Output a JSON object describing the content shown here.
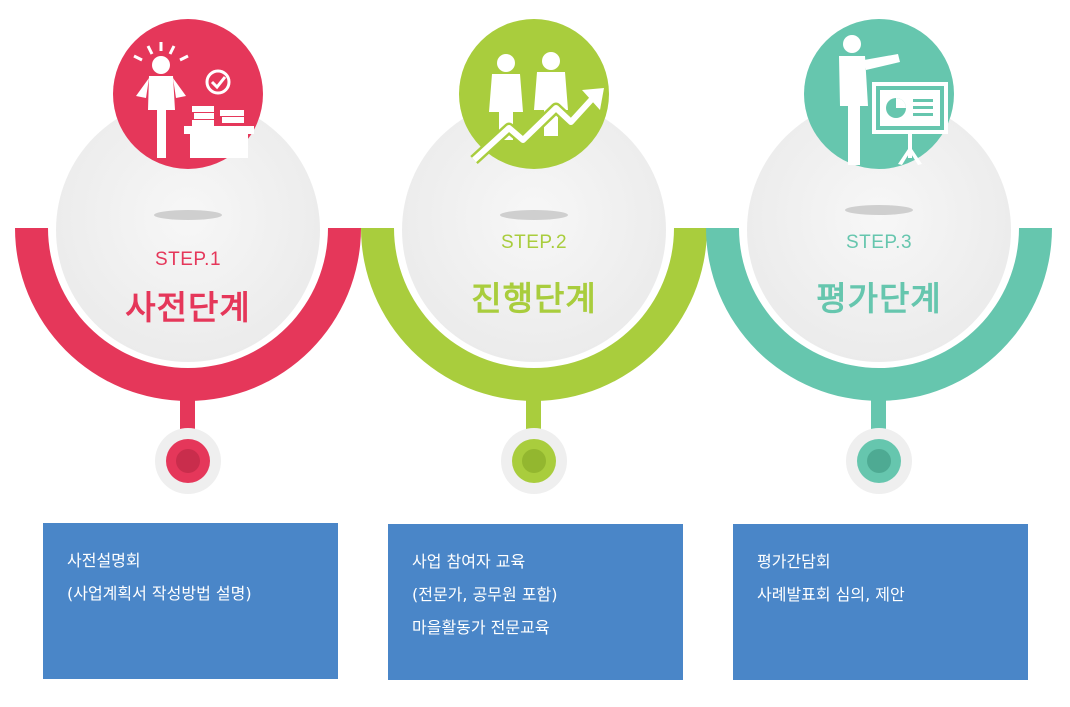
{
  "colors": {
    "step1": "#e5375a",
    "step2": "#a9cd3d",
    "step3": "#66c6ae",
    "box": "#4a86c8"
  },
  "steps": [
    {
      "step_label": "STEP.1",
      "title": "사전단계",
      "icon": "businessman-desk-icon",
      "details": [
        "사전설명회",
        "(사업계획서 작성방법 설명)"
      ]
    },
    {
      "step_label": "STEP.2",
      "title": "진행단계",
      "icon": "team-growth-arrow-icon",
      "details": [
        "사업 참여자 교육",
        "(전문가, 공무원 포함)",
        "마을활동가 전문교육"
      ]
    },
    {
      "step_label": "STEP.3",
      "title": "평가단계",
      "icon": "presenter-board-icon",
      "details": [
        "평가간담회",
        "사례발표회 심의, 제안"
      ]
    }
  ]
}
